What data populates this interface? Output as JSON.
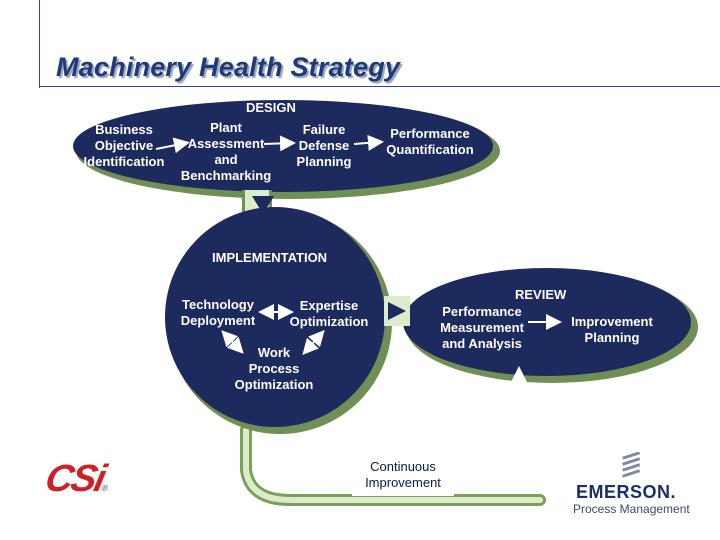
{
  "title": "Machinery Health Strategy",
  "colors": {
    "navy": "#1c2a5e",
    "shadow": "#6f8f55",
    "green_light": "#cfe3b8",
    "title_blue": "#1f3a7a",
    "csi_red": "#d01f26",
    "emerson_blue": "#1b2f6e"
  },
  "design": {
    "heading": "DESIGN",
    "business": "Business\nObjective\nIdentification",
    "plant": "Plant\nAssessment\nand\nBenchmarking",
    "failure": "Failure\nDefense\nPlanning",
    "performance": "Performance\nQuantification"
  },
  "implementation": {
    "heading": "IMPLEMENTATION",
    "technology": "Technology\nDeployment",
    "expertise": "Expertise\nOptimization",
    "work": "Work\nProcess\nOptimization"
  },
  "review": {
    "heading": "REVIEW",
    "measurement": "Performance\nMeasurement\nand Analysis",
    "improvement": "Improvement\nPlanning"
  },
  "loop": {
    "label": "Continuous\nImprovement"
  },
  "logos": {
    "csi": "CSi",
    "csi_mark": "®",
    "emerson": "EMERSON.",
    "emerson_sub": "Process Management"
  }
}
